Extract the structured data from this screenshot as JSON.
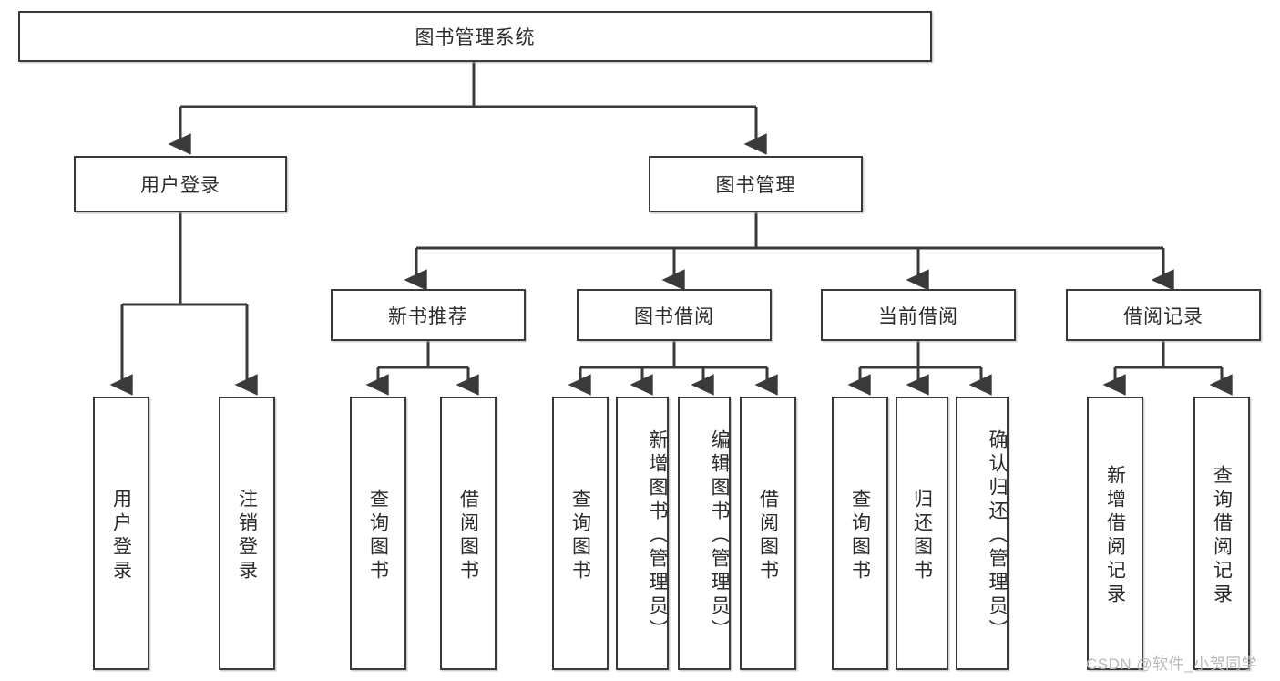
{
  "diagram": {
    "title": "图书管理系统",
    "type": "hierarchy-tree",
    "watermark": "CSDN @软件_小贺同学",
    "levels": [
      {
        "level": 1,
        "nodes": [
          {
            "id": "root",
            "label": "图书管理系统",
            "orientation": "horizontal"
          }
        ]
      },
      {
        "level": 2,
        "nodes": [
          {
            "id": "user-login",
            "label": "用户登录",
            "orientation": "horizontal",
            "parent": "root"
          },
          {
            "id": "book-mgmt",
            "label": "图书管理",
            "orientation": "horizontal",
            "parent": "root"
          }
        ]
      },
      {
        "level": 3,
        "nodes": [
          {
            "id": "new-book-rec",
            "label": "新书推荐",
            "orientation": "horizontal",
            "parent": "book-mgmt"
          },
          {
            "id": "book-borrow",
            "label": "图书借阅",
            "orientation": "horizontal",
            "parent": "book-mgmt"
          },
          {
            "id": "current-borrow",
            "label": "当前借阅",
            "orientation": "horizontal",
            "parent": "book-mgmt"
          },
          {
            "id": "borrow-record",
            "label": "借阅记录",
            "orientation": "horizontal",
            "parent": "book-mgmt"
          }
        ]
      },
      {
        "level": 4,
        "nodes": [
          {
            "id": "leaf-user-login",
            "label": "用户登录",
            "orientation": "vertical",
            "parent": "user-login"
          },
          {
            "id": "leaf-logout",
            "label": "注销登录",
            "orientation": "vertical",
            "parent": "user-login"
          },
          {
            "id": "leaf-query-book-1",
            "label": "查询图书",
            "orientation": "vertical",
            "parent": "new-book-rec"
          },
          {
            "id": "leaf-borrow-book-1",
            "label": "借阅图书",
            "orientation": "vertical",
            "parent": "new-book-rec"
          },
          {
            "id": "leaf-query-book-2",
            "label": "查询图书",
            "orientation": "vertical",
            "parent": "book-borrow"
          },
          {
            "id": "leaf-add-book",
            "label": "新增图书（管理员）",
            "orientation": "vertical",
            "parent": "book-borrow"
          },
          {
            "id": "leaf-edit-book",
            "label": "编辑图书（管理员）",
            "orientation": "vertical",
            "parent": "book-borrow"
          },
          {
            "id": "leaf-borrow-book-2",
            "label": "借阅图书",
            "orientation": "vertical",
            "parent": "book-borrow"
          },
          {
            "id": "leaf-query-book-3",
            "label": "查询图书",
            "orientation": "vertical",
            "parent": "current-borrow"
          },
          {
            "id": "leaf-return-book",
            "label": "归还图书",
            "orientation": "vertical",
            "parent": "current-borrow"
          },
          {
            "id": "leaf-confirm-return",
            "label": "确认归还（管理员）",
            "orientation": "vertical",
            "parent": "current-borrow"
          },
          {
            "id": "leaf-add-record",
            "label": "新增借阅记录",
            "orientation": "vertical",
            "parent": "borrow-record"
          },
          {
            "id": "leaf-query-record",
            "label": "查询借阅记录",
            "orientation": "vertical",
            "parent": "borrow-record"
          }
        ]
      }
    ],
    "colors": {
      "stroke": "#3a3a3a",
      "fill": "#ffffff",
      "text": "#2b2b2b",
      "watermark": "#b9b9b9"
    }
  }
}
